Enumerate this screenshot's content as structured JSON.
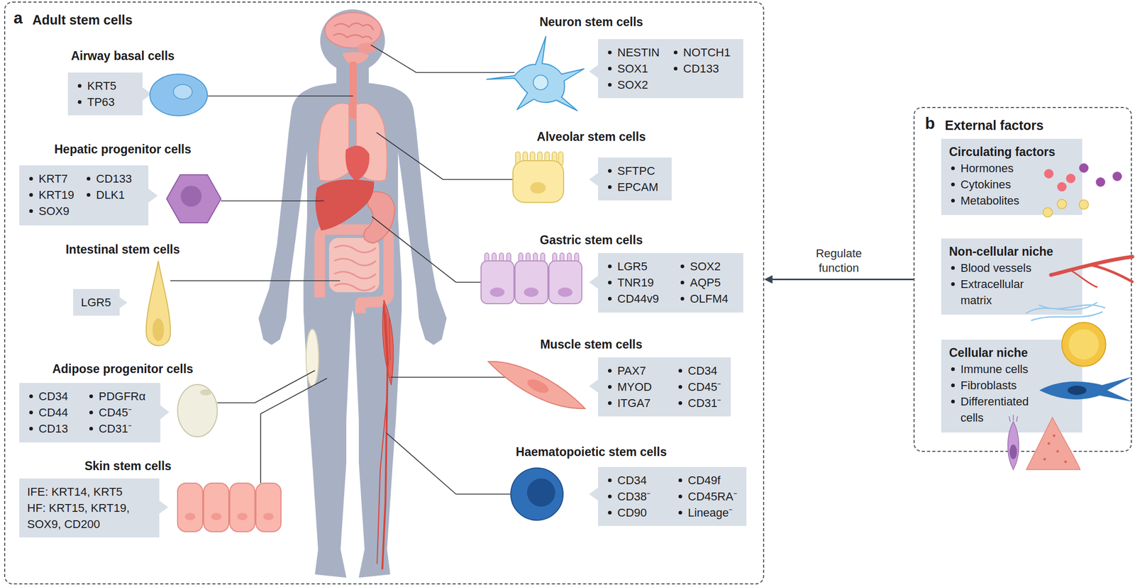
{
  "diagram": {
    "nodes": [
      {
        "text": [
          "a",
          "Adult stem cells"
        ]
      },
      {
        "text": [
          "Airway basal cells",
          "KRT5",
          "TP63"
        ],
        "in": 0
      },
      {
        "text": [
          "Hepatic progenitor cells",
          "KRT7",
          "KRT19",
          "SOX9",
          "CD133",
          "DLK1"
        ],
        "in": 0
      },
      {
        "text": [
          "Intestinal stem cells",
          "LGR5"
        ],
        "in": 0
      },
      {
        "text": [
          "Adipose progenitor cells",
          "CD34",
          "CD44",
          "CD13",
          "PDGFRα",
          "CD45⁻",
          "CD31⁻"
        ],
        "in": 0
      },
      {
        "text": [
          "Skin stem cells",
          "IFE: KRT14, KRT5",
          "HF: KRT15, KRT19, SOX9, CD200"
        ],
        "in": 0
      },
      {
        "text": [
          "Neuron stem cells",
          "NESTIN",
          "SOX1",
          "SOX2",
          "NOTCH1",
          "CD133"
        ],
        "in": 0
      },
      {
        "text": [
          "Alveolar stem cells",
          "SFTPC",
          "EPCAM"
        ],
        "in": 0
      },
      {
        "text": [
          "Gastric stem cells",
          "LGR5",
          "TNR19",
          "CD44v9",
          "SOX2",
          "AQP5",
          "OLFM4"
        ],
        "in": 0
      },
      {
        "text": [
          "Muscle stem cells",
          "PAX7",
          "MYOD",
          "ITGA7",
          "CD34",
          "CD45⁻",
          "CD31⁻"
        ],
        "in": 0
      },
      {
        "text": [
          "Haematopoietic stem cells",
          "CD34",
          "CD38⁻",
          "CD90",
          "CD49f",
          "CD45RA⁻",
          "Lineage⁻"
        ],
        "in": 0
      },
      {
        "text": [
          "b",
          "External factors"
        ]
      },
      {
        "text": [
          "Circulating factors",
          "Hormones",
          "Cytokines",
          "Metabolites"
        ],
        "in": 11
      },
      {
        "text": [
          "Non-cellular niche",
          "Blood vessels",
          "Extracellular matrix"
        ],
        "in": 11
      },
      {
        "text": [
          "Cellular niche",
          "Immune cells",
          "Fibroblasts",
          "Differentiated cells"
        ],
        "in": 11
      }
    ],
    "edges": [
      {
        "from": 11,
        "to": 0,
        "arrow": "to",
        "label": "Regulate function"
      }
    ]
  }
}
